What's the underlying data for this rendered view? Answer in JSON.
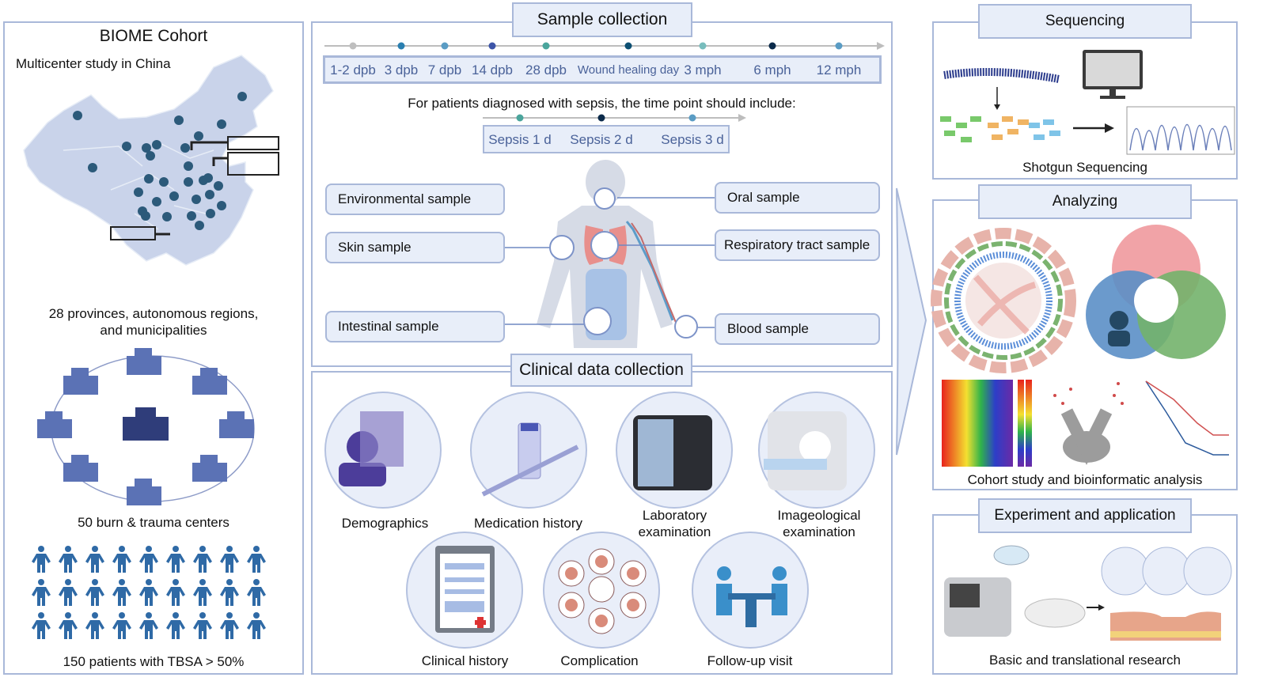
{
  "cohort": {
    "title": "BIOME Cohort",
    "subtitle": "Multicenter study in China",
    "regions_caption_line1": "28 provinces, autonomous regions,",
    "regions_caption_line2": "and municipalities",
    "centers_caption": "50 burn & trauma centers",
    "patients_caption": "150 patients with TBSA > 50%"
  },
  "sample_collection": {
    "title": "Sample collection",
    "timepoints": [
      {
        "label": "1-2 dpb",
        "color": "#bfbfbf"
      },
      {
        "label": "3 dpb",
        "color": "#2a7fb0"
      },
      {
        "label": "7 dpb",
        "color": "#5a9cc4"
      },
      {
        "label": "14 dpb",
        "color": "#3d55a8"
      },
      {
        "label": "28 dpb",
        "color": "#4aa59c"
      },
      {
        "label": "Wound healing day",
        "color": "#0d4f72"
      },
      {
        "label": "3 mph",
        "color": "#78bdbd"
      },
      {
        "label": "6 mph",
        "color": "#0b2a4a"
      },
      {
        "label": "12 mph",
        "color": "#5a9cc4"
      }
    ],
    "sepsis_note": "For patients diagnosed with sepsis, the time point should include:",
    "sepsis_timepoints": [
      {
        "label": "Sepsis 1 d",
        "color": "#4aa59c"
      },
      {
        "label": "Sepsis 2 d",
        "color": "#0b2a4a"
      },
      {
        "label": "Sepsis 3 d",
        "color": "#5a9cc4"
      }
    ],
    "samples_left": [
      "Environmental sample",
      "Skin sample",
      "Intestinal sample"
    ],
    "samples_right": [
      "Oral sample",
      "Respiratory tract sample",
      "Blood sample"
    ]
  },
  "clinical": {
    "title": "Clinical data collection",
    "items": [
      {
        "label": "Demographics"
      },
      {
        "label": "Medication history"
      },
      {
        "label": "Laboratory",
        "label2": "examination"
      },
      {
        "label": "Imageological",
        "label2": "examination"
      },
      {
        "label": "Clinical history"
      },
      {
        "label": "Complication"
      },
      {
        "label": "Follow-up visit"
      }
    ]
  },
  "sequencing": {
    "title": "Sequencing",
    "caption": "Shotgun Sequencing"
  },
  "analyzing": {
    "title": "Analyzing",
    "caption": "Cohort study and bioinformatic analysis"
  },
  "experiment": {
    "title": "Experiment and application",
    "caption": "Basic and translational research"
  },
  "colors": {
    "border": "#a9b8d9",
    "title_fill": "#e8eef9",
    "accent": "#4a6fb0",
    "hospital": "#5b72b5",
    "hospital_main": "#2f3d7a",
    "person": "#2f6aa6"
  }
}
